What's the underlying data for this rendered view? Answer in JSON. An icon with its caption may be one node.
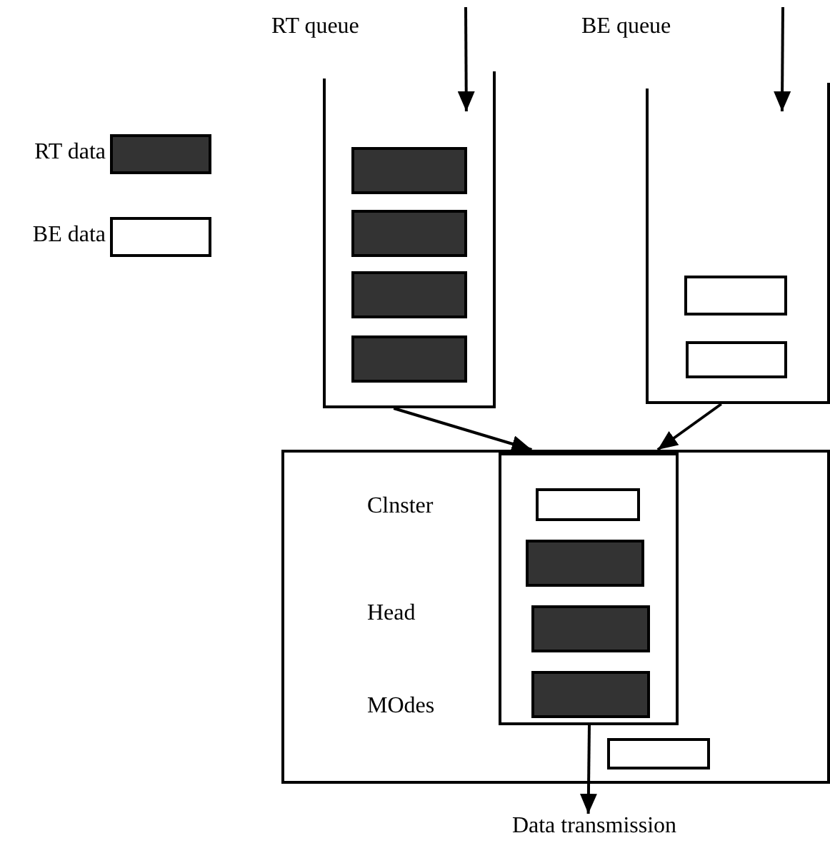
{
  "diagram": {
    "nodes": [
      {
        "text": [],
        "shape": "container"
      },
      {
        "text": [],
        "shape": "container"
      },
      {
        "text": [],
        "shape": "bar",
        "in": 0
      },
      {
        "text": [],
        "shape": "bar",
        "in": 0
      },
      {
        "text": [],
        "shape": "bar",
        "in": 0
      },
      {
        "text": [],
        "shape": "bar",
        "in": 0
      },
      {
        "text": [],
        "shape": "bar",
        "in": 1
      },
      {
        "text": [],
        "shape": "bar",
        "in": 1
      },
      {
        "text": [
          "Clnster",
          "Head",
          "MOdes"
        ]
      },
      {
        "text": [],
        "shape": "box",
        "in": 8
      },
      {
        "text": [],
        "shape": "bar",
        "in": 9
      },
      {
        "text": [],
        "shape": "bar",
        "in": 9
      },
      {
        "text": [],
        "shape": "bar",
        "in": 9
      },
      {
        "text": [],
        "shape": "bar",
        "in": 9
      },
      {
        "text": [],
        "shape": "bar",
        "in": 8
      },
      {
        "text": [
          "Data transmission"
        ]
      }
    ],
    "edges": [
      {
        "from": null,
        "to": 0,
        "arrow": "to"
      },
      {
        "from": null,
        "to": 1,
        "arrow": "to"
      },
      {
        "from": 0,
        "to": 9,
        "arrow": "to"
      },
      {
        "from": 1,
        "to": 9,
        "arrow": "to"
      },
      {
        "from": 9,
        "to": 15,
        "arrow": "to"
      }
    ],
    "labels": [
      "RT queue",
      "BE queue"
    ],
    "legend": [
      {
        "text": "RT data",
        "color": "#333333"
      },
      {
        "text": "BE data",
        "color": "#ffffff"
      }
    ]
  }
}
